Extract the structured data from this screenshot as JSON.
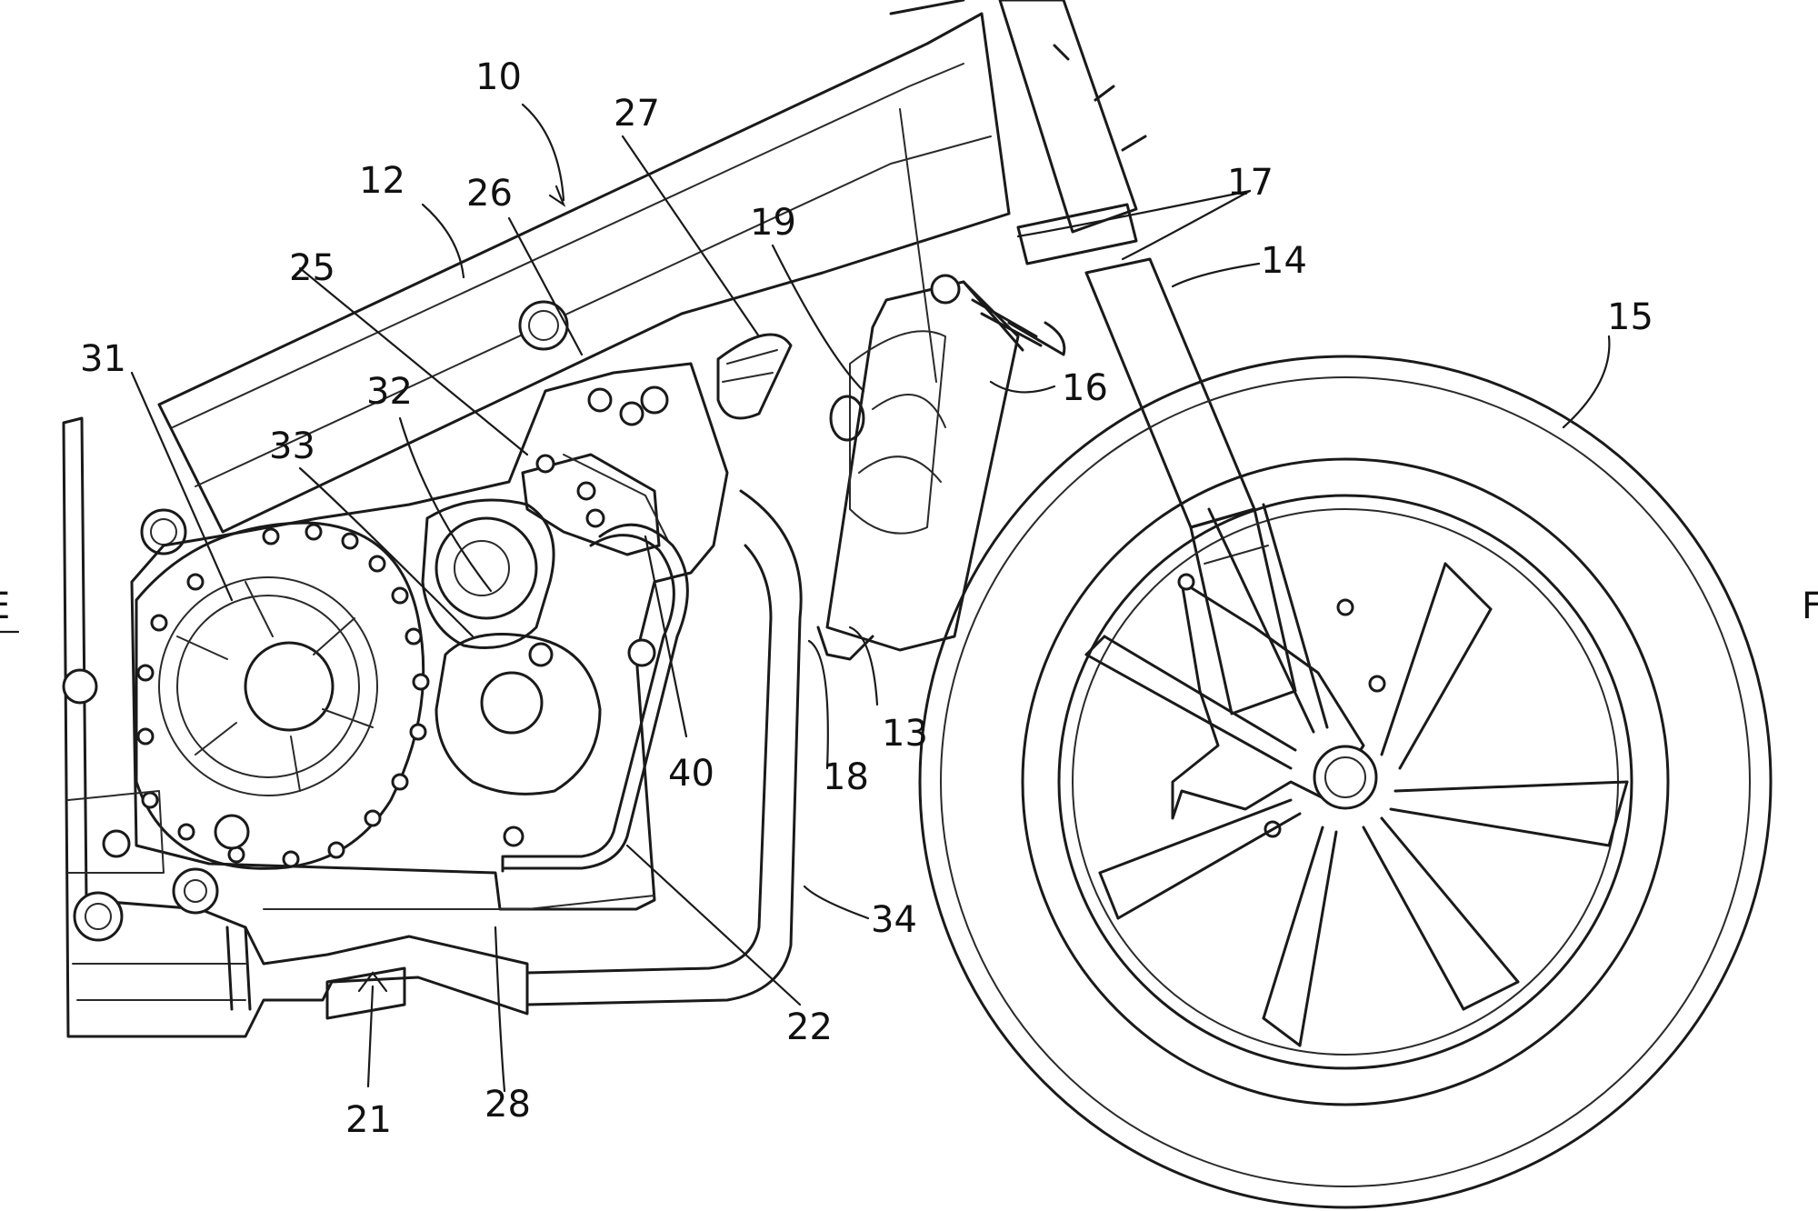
{
  "labels": {
    "l10": "10",
    "l12": "12",
    "l13": "13",
    "l14": "14",
    "l15": "15",
    "l16": "16",
    "l17": "17",
    "l18": "18",
    "l19": "19",
    "l21": "21",
    "l22": "22",
    "l25": "25",
    "l26": "26",
    "l27": "27",
    "l28": "28",
    "l31": "31",
    "l32": "32",
    "l33": "33",
    "l34": "34",
    "l40": "40"
  },
  "edge_marks": {
    "left": "E",
    "right": "F"
  },
  "colors": {
    "line": "#1a1a1a",
    "background": "#ffffff"
  }
}
